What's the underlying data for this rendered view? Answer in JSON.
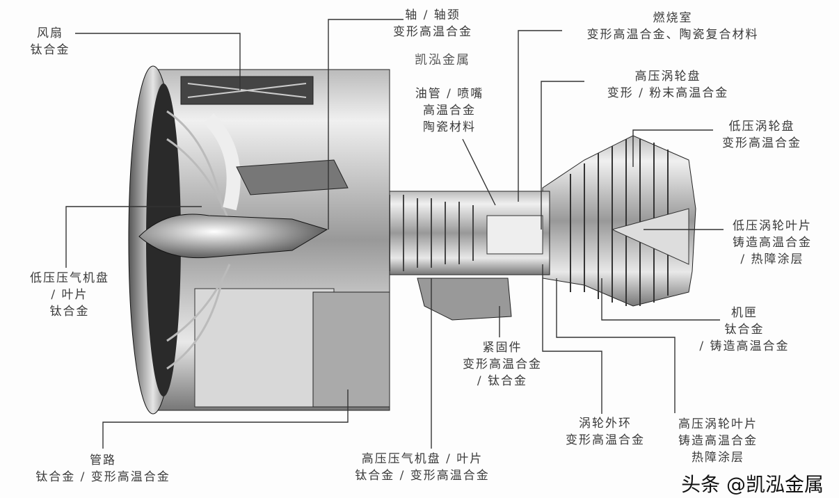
{
  "brand_mark": "凯泓金属",
  "watermark": "头条 @凯泓金属",
  "labels": {
    "fan": [
      "风扇",
      "钛合金"
    ],
    "shaft": [
      "轴 / 轴颈",
      "变形高温合金"
    ],
    "combustor": [
      "燃烧室",
      "变形高温合金、陶瓷复合材料"
    ],
    "hpt_disk": [
      "高压涡轮盘",
      "变形 / 粉末高温合金"
    ],
    "fuel_nozzle": [
      "油管 / 喷嘴",
      "高温合金",
      "陶瓷材料"
    ],
    "lpt_disk": [
      "低压涡轮盘",
      "变形高温合金"
    ],
    "lpt_blade": [
      "低压涡轮叶片",
      "铸造高温合金",
      "/ 热障涂层"
    ],
    "casing": [
      "机匣",
      "钛合金",
      "/ 铸造高温合金"
    ],
    "lpc": [
      "低压压气机盘",
      "/ 叶片",
      "钛合金"
    ],
    "fastener": [
      "紧固件",
      "变形高温合金",
      "/ 钛合金"
    ],
    "turbine_shroud": [
      "涡轮外环",
      "变形高温合金"
    ],
    "hpt_blade": [
      "高压涡轮叶片",
      "铸造高温合金",
      "热障涂层"
    ],
    "piping": [
      "管路",
      "钛合金 / 变形高温合金"
    ],
    "hpc": [
      "高压压气机盘 / 叶片",
      "钛合金 / 变形高温合金"
    ]
  }
}
